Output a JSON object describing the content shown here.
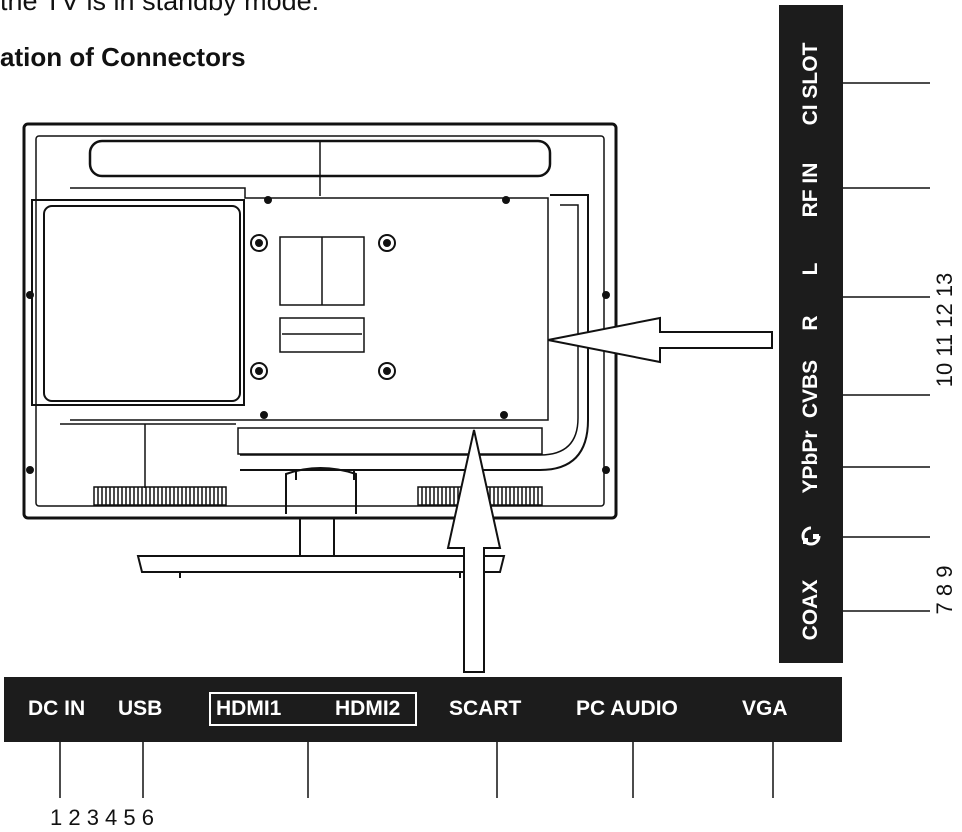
{
  "page": {
    "top_text": "the TV is in standby mode.",
    "heading": "ation of Connectors"
  },
  "bottom_panel": {
    "labels": {
      "dc_in": "DC IN",
      "usb": "USB",
      "hdmi1": "HDMI1",
      "hdmi2": "HDMI2",
      "scart": "SCART",
      "pc_audio": "PC AUDIO",
      "vga": "VGA"
    },
    "numbers": "1 2 3 4 5 6"
  },
  "side_panel": {
    "labels": {
      "ci_slot": "CI SLOT",
      "rf_in": "RF IN",
      "l": "L",
      "r": "R",
      "cvbs": "CVBS",
      "ypbpr": "YPbPr",
      "coax": "COAX"
    },
    "headphone_icon": "headphone-icon",
    "numbers_upper": "10 11 12 13",
    "numbers_lower": "7 8 9"
  },
  "colors": {
    "panel": "#1c1c1c",
    "label": "#ffffff",
    "line": "#111111"
  }
}
